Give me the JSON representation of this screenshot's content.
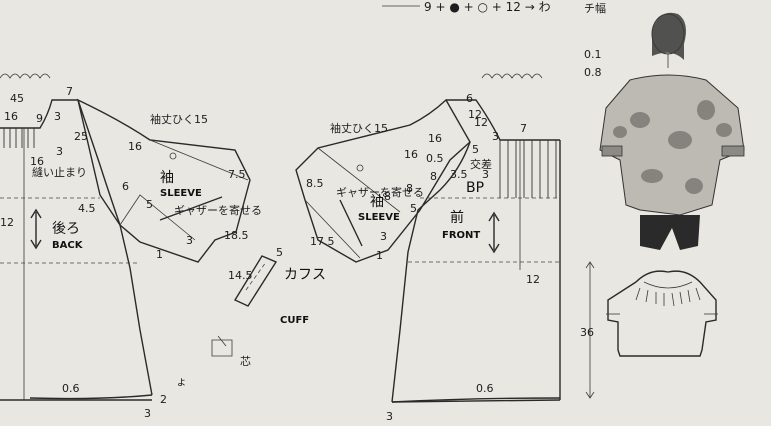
{
  "top_formula": "9 + ● + ○ + 12 → わ",
  "side_note": [
    "チ幅",
    "0.1",
    "0.8"
  ],
  "back": {
    "name_jp": "後ろ",
    "name_en": "BACK",
    "slit_stop": "縫い止まり",
    "dims": [
      "45",
      "7",
      "9",
      "3",
      "16",
      "3",
      "25",
      "3",
      "12",
      "16",
      "4.5",
      "6",
      "5",
      "1",
      "0.6",
      "2",
      "3"
    ]
  },
  "front": {
    "name_jp": "前",
    "name_en": "FRONT",
    "cross": "交差",
    "bp": "BP",
    "dims": [
      "6",
      "7",
      "12",
      "3",
      "16",
      "8",
      "5",
      "12",
      "3",
      "0.5",
      "3.5",
      "8",
      "5",
      "12",
      "0.6",
      "3",
      "36"
    ]
  },
  "back_sleeve": {
    "name_jp": "袖",
    "name_en": "SLEEVE",
    "gather": "ギャザーを寄せる",
    "sleeve_length": "袖丈ひく15",
    "dims": [
      "16",
      "7.5",
      "3",
      "18.5",
      "1",
      "5",
      "6"
    ]
  },
  "front_sleeve": {
    "name_jp": "袖",
    "name_en": "SLEEVE",
    "gather": "ギャザーを寄せる",
    "sleeve_length": "袖丈ひく15",
    "dims": [
      "16",
      "8.5",
      "17.5",
      "1",
      "3",
      "8"
    ]
  },
  "cuff": {
    "name_jp": "カフス",
    "name_en": "CUFF",
    "dims": [
      "5",
      "14.5"
    ]
  },
  "interfacing": {
    "label": "芯"
  },
  "marks": {
    "fold": "ょ"
  }
}
